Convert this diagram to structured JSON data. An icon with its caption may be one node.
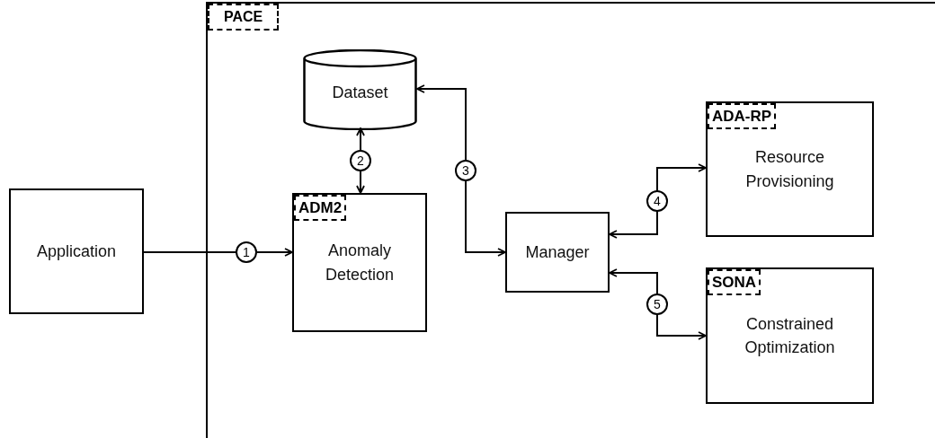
{
  "diagram": {
    "nodes": [
      {
        "text": [
          "Application"
        ]
      },
      {
        "text": [
          "PACE"
        ]
      },
      {
        "text": [
          "Dataset"
        ],
        "in": 1
      },
      {
        "text": [
          "ADM2",
          "Anomaly Detection"
        ],
        "in": 1
      },
      {
        "text": [
          "Manager"
        ],
        "in": 1
      },
      {
        "text": [
          "ADA-RP",
          "Resource Provisioning"
        ],
        "in": 1
      },
      {
        "text": [
          "SONA",
          "Constrained Optimization"
        ],
        "in": 1
      }
    ],
    "edges": [
      {
        "from": 0,
        "to": 3,
        "arrow": "to",
        "label": "1"
      },
      {
        "from": 2,
        "to": 3,
        "arrow": "both",
        "label": "2"
      },
      {
        "from": 2,
        "to": 4,
        "arrow": "both",
        "label": "3"
      },
      {
        "from": 4,
        "to": 5,
        "arrow": "both",
        "label": "4"
      },
      {
        "from": 4,
        "to": 6,
        "arrow": "both",
        "label": "5"
      }
    ]
  }
}
